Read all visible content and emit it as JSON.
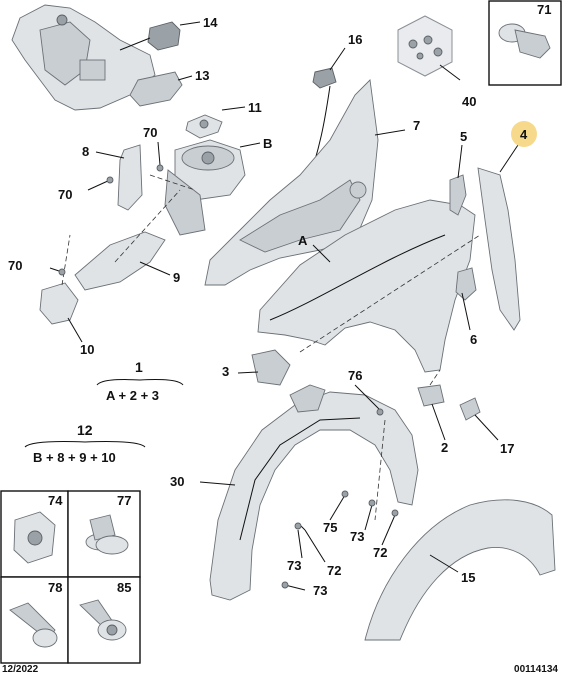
{
  "labels": {
    "p1": "1",
    "p2": "2",
    "p3": "3",
    "p4": "4",
    "p5": "5",
    "p6": "6",
    "p7": "7",
    "p8": "8",
    "p9": "9",
    "p10": "10",
    "p11": "11",
    "p12": "12",
    "p13": "13",
    "p14": "14",
    "p15": "15",
    "p16": "16",
    "p17": "17",
    "p30": "30",
    "p40": "40",
    "p71": "71",
    "p70": "70",
    "p72": "72",
    "p73": "73",
    "p74": "74",
    "p75": "75",
    "p76": "76",
    "p77": "77",
    "p78": "78",
    "p85": "85",
    "pA": "A",
    "pB": "B"
  },
  "formulas": {
    "f1": "A + 2 + 3",
    "f12": "B + 8 + 9 + 10"
  },
  "footer": {
    "date": "12/2022",
    "ref": "00114134"
  },
  "colors": {
    "highlight": "#f7d98c",
    "part_fill": "#dfe3e6",
    "line": "#111111"
  }
}
